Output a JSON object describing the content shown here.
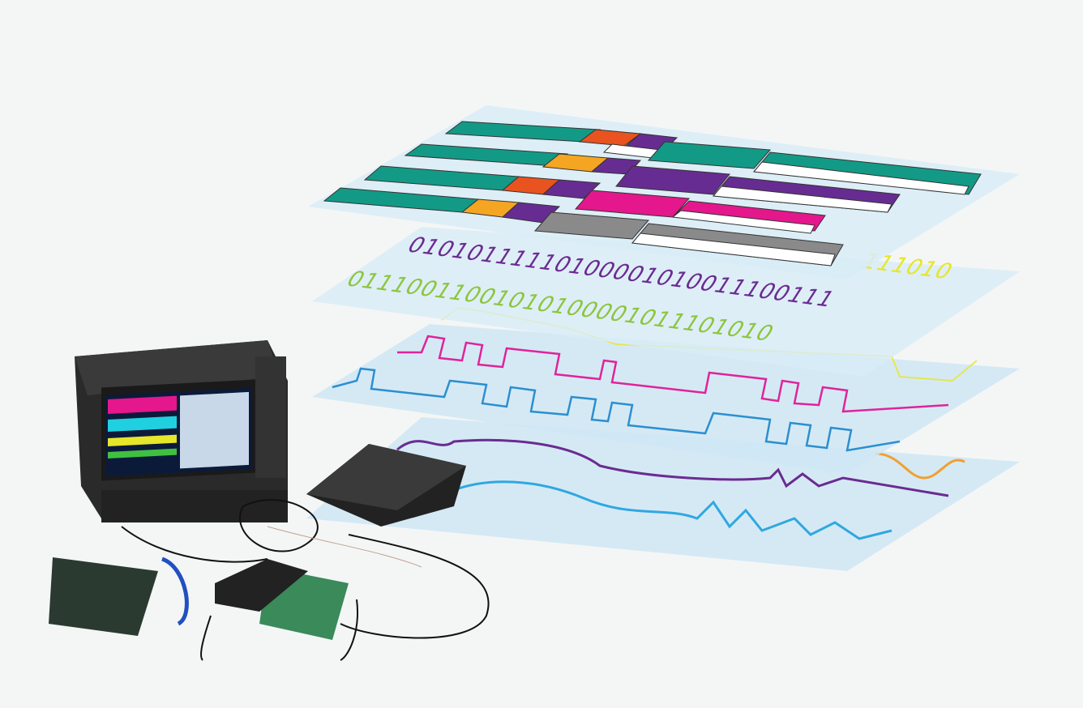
{
  "layers": {
    "protocol_colors": [
      "#139a86",
      "#e8531f",
      "#f4a522",
      "#672c91",
      "#e4178c",
      "#8a8a8a"
    ],
    "bits_purple": "01010111110100001010011100111",
    "bits_green": "01110011001010100001011101010",
    "bits_yellow": "111010",
    "colors": {
      "purple": "#6a2c91",
      "green": "#8cc63f",
      "yellow": "#e6e62a",
      "magenta": "#e0239b",
      "blue": "#2b8fd0",
      "orange": "#f0a030",
      "plane": "#d5eaf6"
    }
  }
}
